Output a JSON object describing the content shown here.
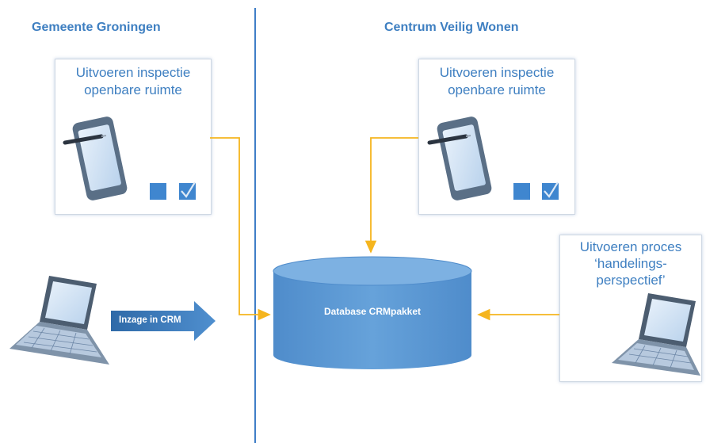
{
  "headers": {
    "left": "Gemeente Groningen",
    "right": "Centrum Veilig Wonen"
  },
  "boxes": {
    "left_inspection": "Uitvoeren inspectie openbare ruimte",
    "right_inspection": "Uitvoeren inspectie openbare ruimte",
    "process": [
      "Uitvoeren proces",
      "‘handelings-",
      "perspectief’"
    ]
  },
  "database": {
    "label": "Database CRMpakket"
  },
  "arrow": {
    "label": "Inzage in CRM"
  },
  "colors": {
    "accent_blue": "#3e7fc1",
    "db_fill": "#5a97d1",
    "connector": "#f5b51e"
  },
  "icons": [
    "tablet-stylus-icon",
    "checkbox-empty-icon",
    "checkbox-checked-icon",
    "laptop-icon",
    "database-icon"
  ]
}
